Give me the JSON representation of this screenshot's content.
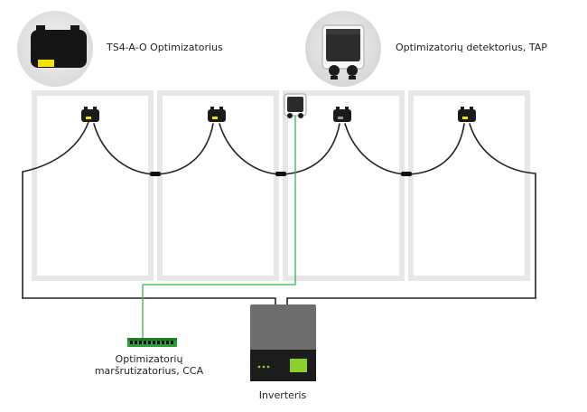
{
  "labels": {
    "optimizer": "TS4-A-O Optimizatorius",
    "detector": "Optimizatorių detektorius, TAP",
    "router_line1": "Optimizatorių",
    "router_line2": "maršrutizatorius, CCA",
    "inverter": "Inverteris"
  },
  "colors": {
    "panel_frame": "#e7e7e7",
    "wire": "#222222",
    "data_wire": "#39b54a",
    "inverter_top": "#6d6d6d",
    "inverter_bottom": "#1c1c1c",
    "inverter_screen": "#8bd12b",
    "optimizer_tag": "#f4e300",
    "router_board": "#2e9c3c",
    "callout_circle": "#e6e6e6"
  }
}
